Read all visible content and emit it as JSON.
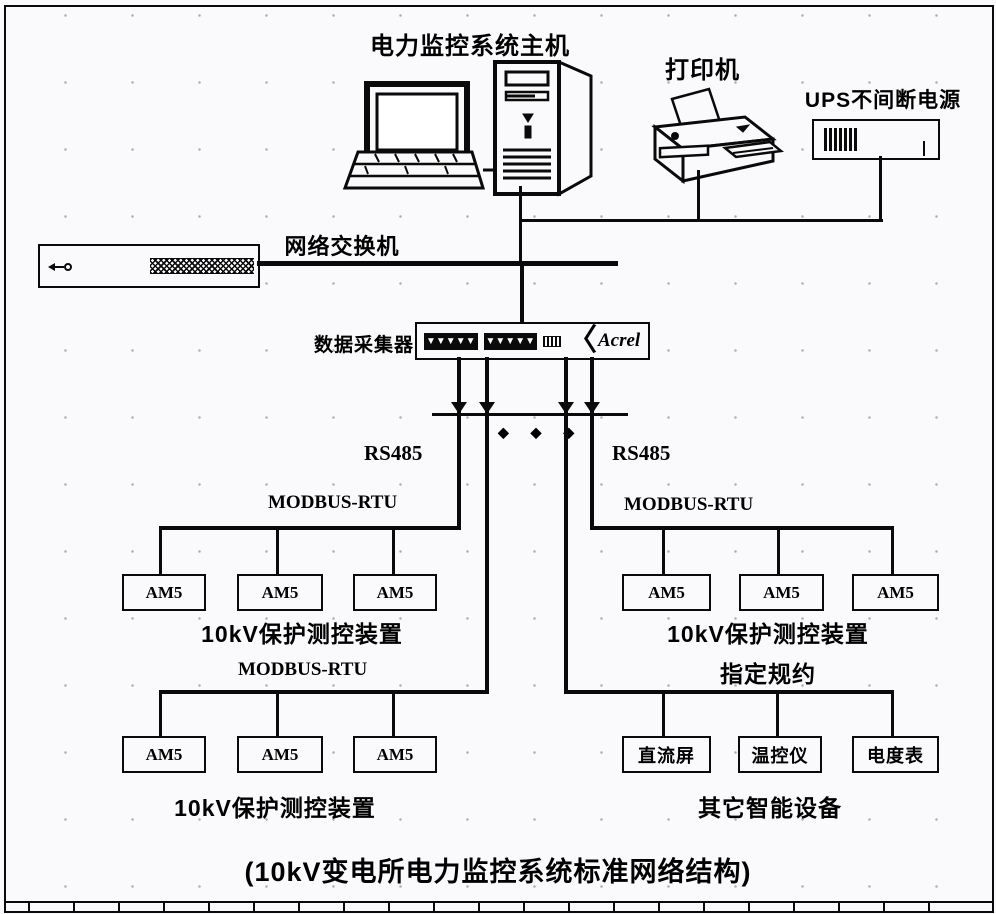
{
  "top": {
    "host_label": "电力监控系统主机",
    "printer_label": "打印机",
    "ups_label": "UPS不间断电源"
  },
  "network": {
    "switch_label": "网络交换机",
    "collector_label": "数据采集器",
    "collector_brand": "Acrel"
  },
  "buses": {
    "rs485_left": "RS485",
    "rs485_right": "RS485",
    "modbus_left_upper": "MODBUS-RTU",
    "modbus_right": "MODBUS-RTU",
    "modbus_left_lower": "MODBUS-RTU",
    "ellipsis": "◆ ◆ ◆"
  },
  "branches": {
    "left_upper": {
      "nodes": [
        "AM5",
        "AM5",
        "AM5"
      ],
      "caption": "10kV保护测控装置"
    },
    "right_upper": {
      "nodes": [
        "AM5",
        "AM5",
        "AM5"
      ],
      "caption": "10kV保护测控装置",
      "caption2": "指定规约"
    },
    "left_lower": {
      "nodes": [
        "AM5",
        "AM5",
        "AM5"
      ],
      "caption": "10kV保护测控装置"
    },
    "right_lower": {
      "nodes": [
        "直流屏",
        "温控仪",
        "电度表"
      ],
      "caption": "其它智能设备"
    }
  },
  "footer": {
    "title": "(10kV变电所电力监控系统标准网络结构)"
  },
  "icons": {
    "port_pattern": "▼▼▼▼▼"
  },
  "colors": {
    "ink": "#0a0a0a",
    "paper": "#faf9fb"
  }
}
